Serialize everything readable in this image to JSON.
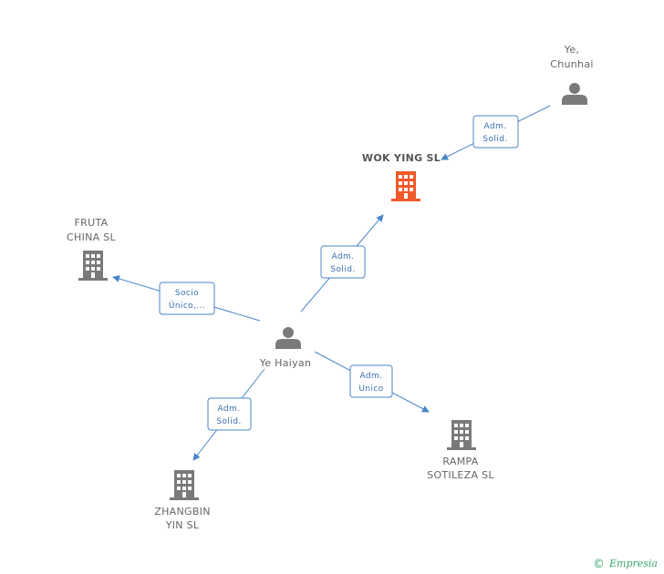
{
  "colors": {
    "edge": "#4a86c8",
    "company": "#7a7a7a",
    "focus_company": "#f05a2a",
    "person": "#7a7a7a",
    "brand": "#3aa76d"
  },
  "nodes": {
    "ye_chunhai": {
      "lines": [
        "Ye,",
        "Chunhai"
      ],
      "icon": "person-icon"
    },
    "wok_ying": {
      "lines": [
        "WOK YING SL"
      ],
      "icon": "building-icon"
    },
    "fruta_china": {
      "lines": [
        "FRUTA",
        "CHINA SL"
      ],
      "icon": "building-icon"
    },
    "ye_haiyan": {
      "lines": [
        "Ye Haiyan"
      ],
      "icon": "person-icon"
    },
    "rampa": {
      "lines": [
        "RAMPA",
        "SOTILEZA SL"
      ],
      "icon": "building-icon"
    },
    "zhangbin": {
      "lines": [
        "ZHANGBIN",
        "YIN SL"
      ],
      "icon": "building-icon"
    }
  },
  "edges": {
    "chunhai_wok": {
      "lines": [
        "Adm.",
        "Solid."
      ]
    },
    "haiyan_wok": {
      "lines": [
        "Adm.",
        "Solid."
      ]
    },
    "haiyan_fruta": {
      "lines": [
        "Socio",
        "Único,..."
      ]
    },
    "haiyan_rampa": {
      "lines": [
        "Adm.",
        "Unico"
      ]
    },
    "haiyan_zhangbin": {
      "lines": [
        "Adm.",
        "Solid."
      ]
    }
  },
  "footer": {
    "copyright_symbol": "©",
    "brand": "Empresia"
  }
}
